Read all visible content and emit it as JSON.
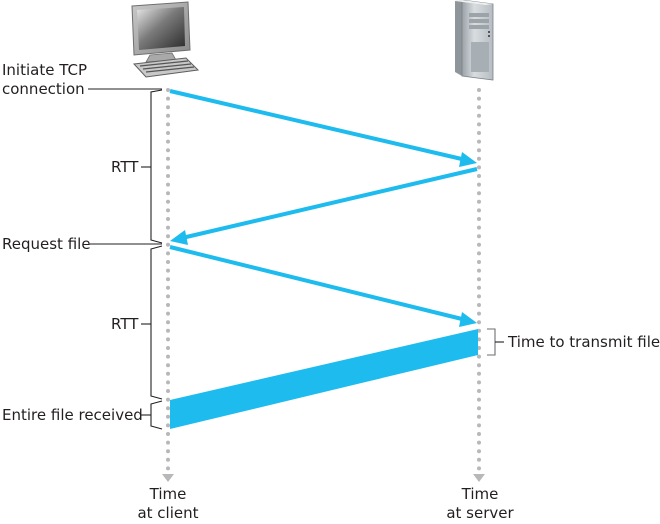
{
  "diagram": {
    "title": "TCP connection and file request timing",
    "colors": {
      "message": "#1ebbee",
      "timeline": "#b8b8ba",
      "text": "#231f20"
    },
    "icons": {
      "client": "desktop-computer-icon",
      "server": "server-tower-icon"
    },
    "labels": {
      "initiate_line1": "Initiate TCP",
      "initiate_line2": "connection",
      "rtt1": "RTT",
      "request_file": "Request file",
      "rtt2": "RTT",
      "entire_file": "Entire file received",
      "transmit_file": "Time to transmit file",
      "client_time_line1": "Time",
      "client_time_line2": "at client",
      "server_time_line1": "Time",
      "server_time_line2": "at server"
    },
    "messages": [
      {
        "name": "syn",
        "from": "client",
        "to": "server"
      },
      {
        "name": "syn-ack",
        "from": "server",
        "to": "client"
      },
      {
        "name": "request",
        "from": "client",
        "to": "server"
      },
      {
        "name": "file-transfer",
        "from": "server",
        "to": "client"
      }
    ]
  }
}
